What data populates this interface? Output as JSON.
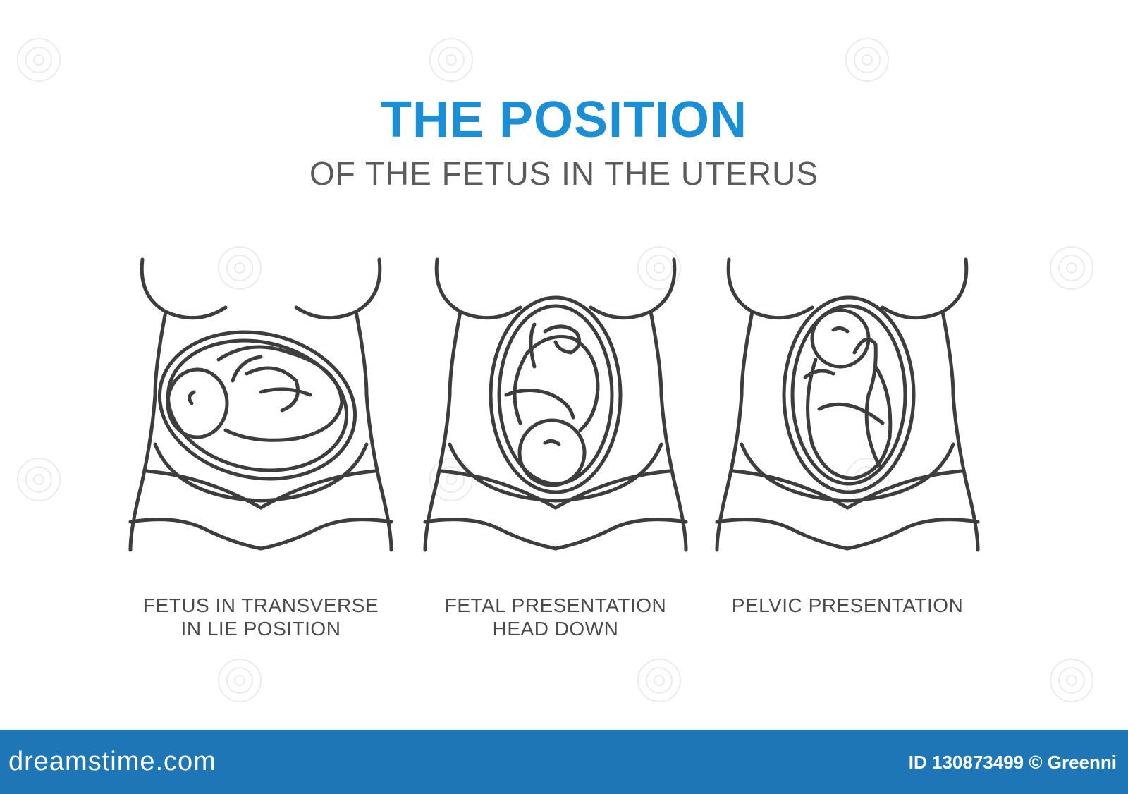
{
  "title": "THE POSITION",
  "subtitle": "OF THE FETUS IN THE UTERUS",
  "figures": [
    {
      "icon": "transverse-lie-icon",
      "caption_lines": [
        "FETUS IN TRANSVERSE",
        "IN LIE POSITION"
      ]
    },
    {
      "icon": "head-down-icon",
      "caption_lines": [
        "FETAL PRESENTATION",
        "HEAD DOWN"
      ]
    },
    {
      "icon": "breech-icon",
      "caption_lines": [
        "PELVIC PRESENTATION"
      ]
    }
  ],
  "footer": {
    "site": "dreamstime.com",
    "image_id": "ID 130873499 © Greenni"
  },
  "colors": {
    "title": "#1b8fd6",
    "subtitle": "#5b5b5b",
    "line_art": "#3d3d3d",
    "footer_bg": "#1f76b7",
    "footer_text": "#ffffff"
  }
}
